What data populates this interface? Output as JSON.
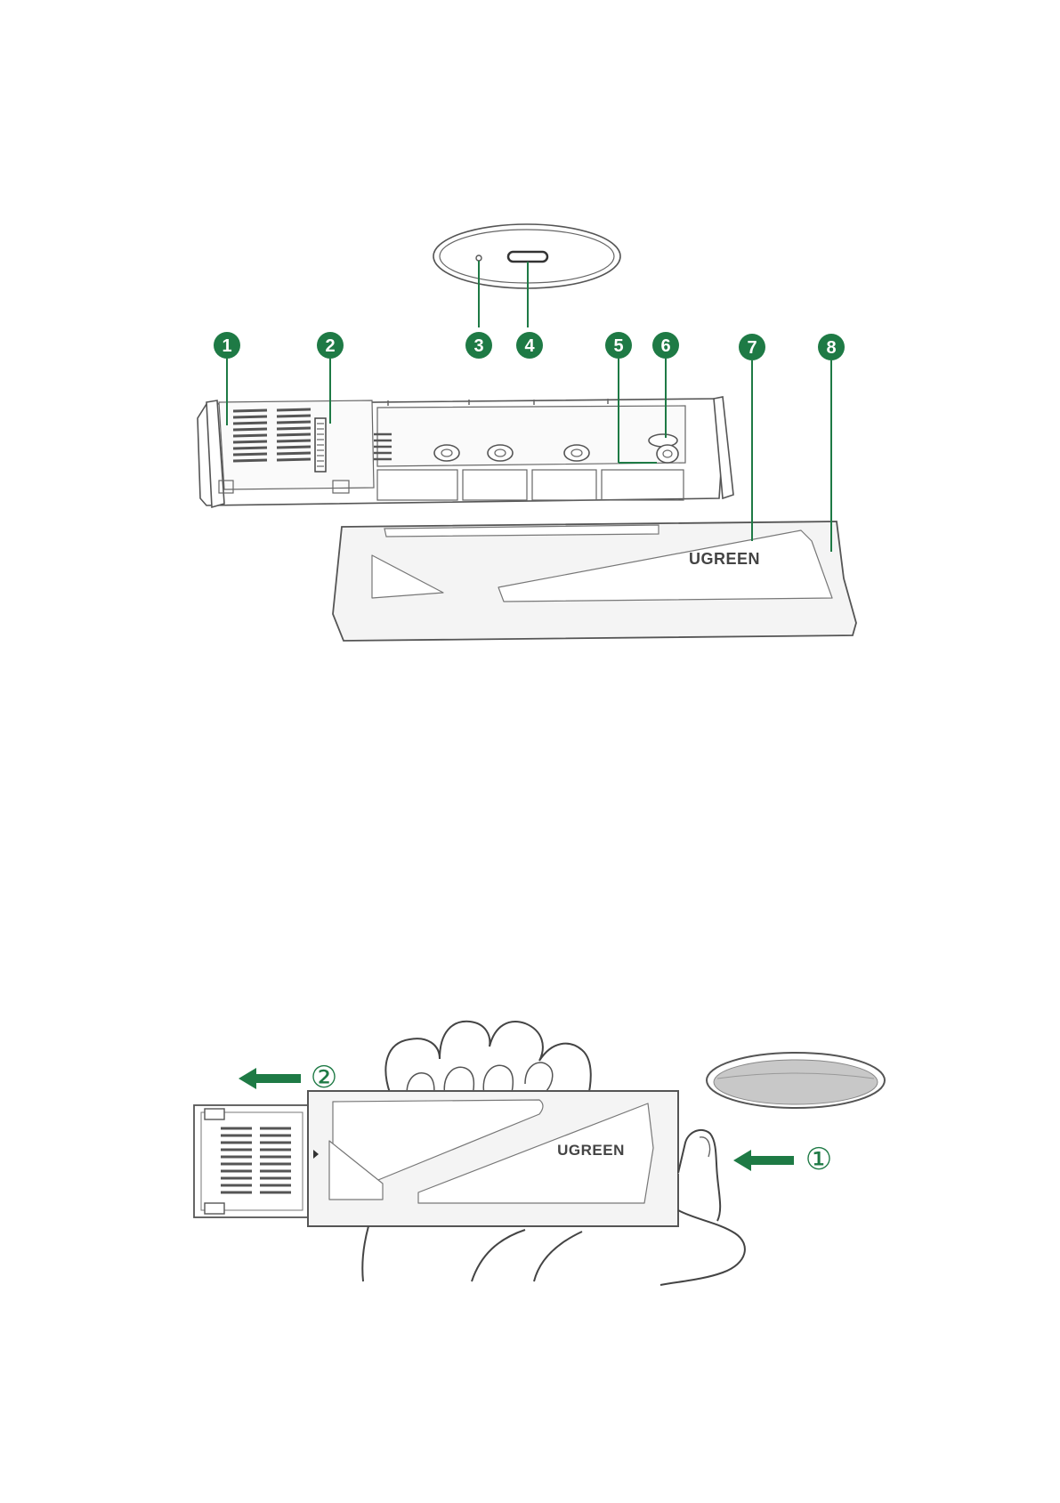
{
  "colors": {
    "accent": "#1e7a45",
    "line": "#555555",
    "pad": "#c8c8c8"
  },
  "callouts": [
    "1",
    "2",
    "3",
    "4",
    "5",
    "6",
    "7",
    "8"
  ],
  "brand": "UGREEN",
  "steps": {
    "step1": "①",
    "step2": "②"
  }
}
